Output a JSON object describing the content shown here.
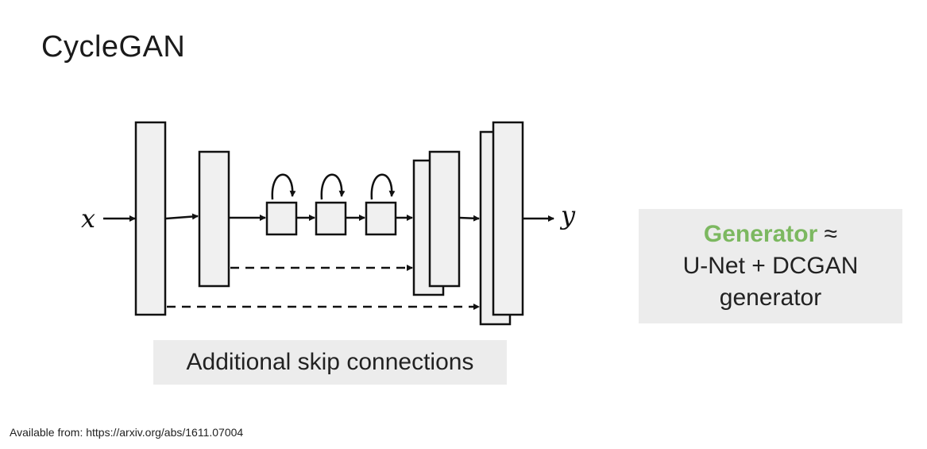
{
  "slide": {
    "title": "CycleGAN"
  },
  "diagram": {
    "input_label": "x",
    "output_label": "y",
    "skip_caption": "Additional skip connections",
    "residual_block_count": 3
  },
  "generator_note": {
    "highlight": "Generator",
    "approx_symbol": "≈",
    "line2": "U-Net + DCGAN",
    "line3": "generator",
    "highlight_color": "#7cb860"
  },
  "footer": {
    "citation": "Available from: https://arxiv.org/abs/1611.07004"
  }
}
